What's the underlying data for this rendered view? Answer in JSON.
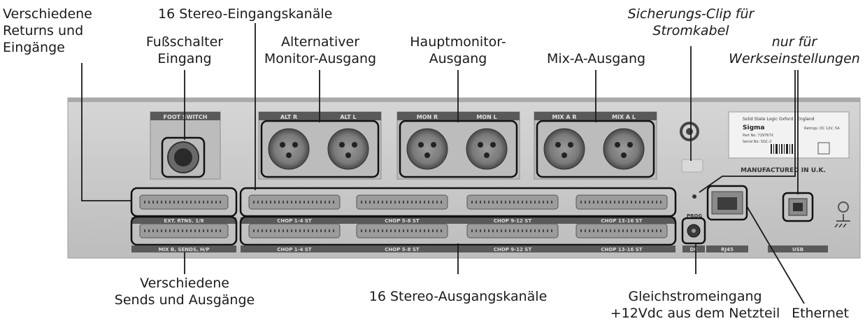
{
  "callouts": {
    "misc_returns": [
      "Verschiedene",
      "Returns und",
      "Eingänge"
    ],
    "stereo_in": "16 Stereo-Eingangskanäle",
    "footswitch_in": [
      "Fußschalter",
      "Eingang"
    ],
    "alt_monitor": [
      "Alternativer",
      "Monitor-Ausgang"
    ],
    "main_monitor": [
      "Hauptmonitor-",
      "Ausgang"
    ],
    "mix_a": "Mix-A-Ausgang",
    "fuse_clip": [
      "Sicherungs-Clip für",
      "Stromkabel"
    ],
    "factory_only": [
      "nur für",
      "Werkseinstellungen"
    ],
    "misc_sends": [
      "Verschiedene",
      "Sends und Ausgänge"
    ],
    "stereo_out": "16 Stereo-Ausgangskanäle",
    "dc_in": [
      "Gleichstromeingang",
      "+12Vdc aus dem Netzteil"
    ],
    "ethernet": "Ethernet"
  },
  "panel": {
    "foot_switch": "FOOT SWITCH",
    "alt_r": "ALT R",
    "alt_l": "ALT L",
    "mon_r": "MON R",
    "mon_l": "MON L",
    "mix_a_r": "MIX A R",
    "mix_a_l": "MIX A L",
    "ext_rtns": "EXT. RTNS. 1/8",
    "mix_b_sends": "MIX B, SENDS, H/P",
    "chop_top": [
      "CHOP 1-4 ST",
      "CHOP 5-8 ST",
      "CHOP 9-12 ST",
      "CHOP 13-16 ST"
    ],
    "chop_bottom": [
      "CHOP 1-4 ST",
      "CHOP 5-8 ST",
      "CHOP 9-12 ST",
      "CHOP 13-16 ST"
    ],
    "prog": "PROG",
    "dc": "DC",
    "rj45": "RJ45",
    "usb": "USB",
    "manufactured": "MANUFACTURED IN U.K.",
    "sticker_brand": "Solid State Logic Oxford - England",
    "sticker_model": "Sigma",
    "sticker_part": "Part No: 729767X",
    "sticker_rating": "Ratings: DC 12V, 5A",
    "sticker_serial": "Serial No: SGC-2"
  },
  "colors": {
    "chassis": "#c9c9c9",
    "label_bar": "#595959",
    "callout_line": "#1a1a1a"
  }
}
